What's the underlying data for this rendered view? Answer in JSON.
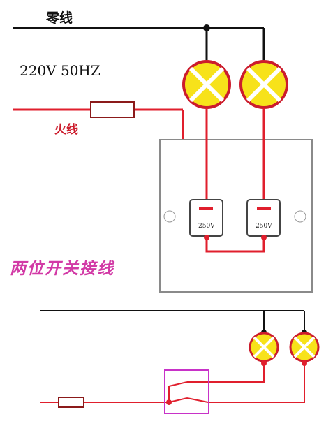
{
  "labels": {
    "neutral_wire": "零线",
    "supply_spec": "220V 50HZ",
    "live_wire": "火线",
    "title": "两位开关接线",
    "switch_rating_left": "250V",
    "switch_rating_right": "250V"
  },
  "colors": {
    "neutral": "#111111",
    "live": "#e01f2d",
    "lamp_fill": "#f7e21a",
    "lamp_cross": "#ffffff",
    "panel_border": "#8a8a8a",
    "title": "#d23aa6",
    "switch_box": "#c832c8"
  }
}
